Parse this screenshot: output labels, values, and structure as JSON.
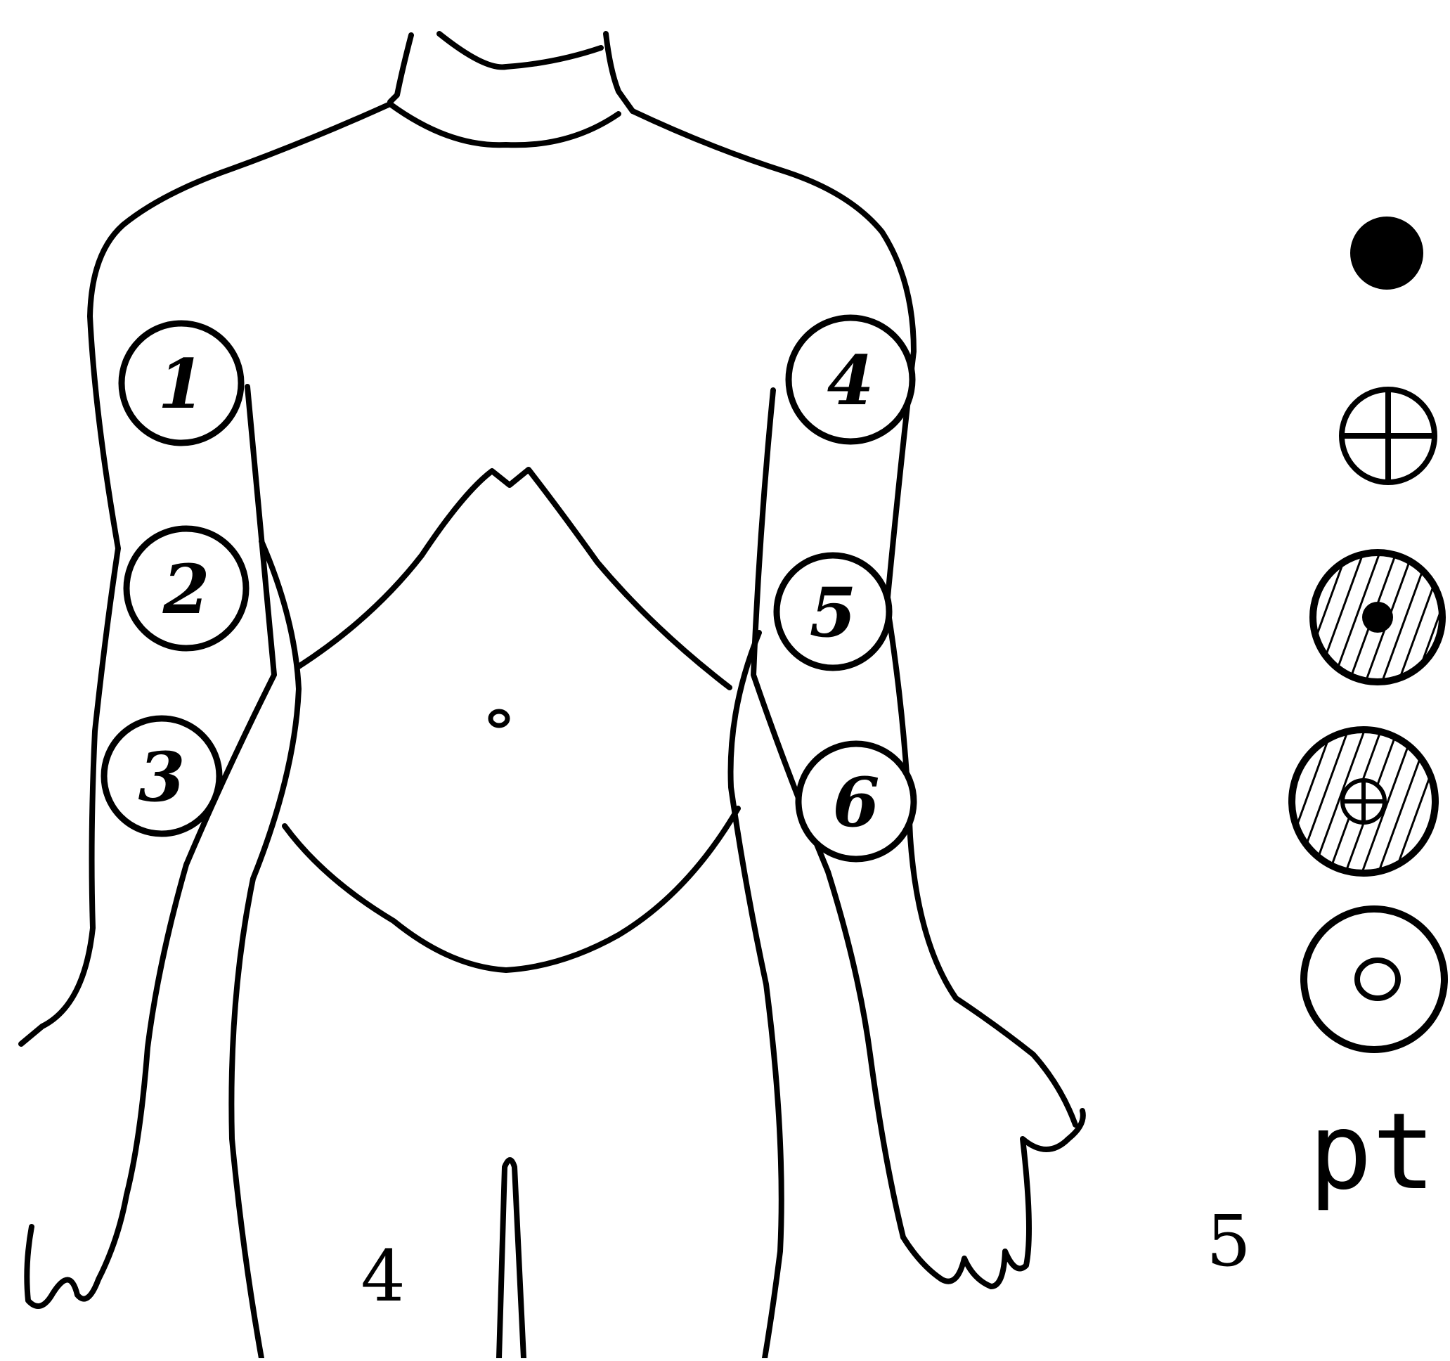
{
  "diagram": {
    "injection_sites": [
      {
        "number": "1"
      },
      {
        "number": "2"
      },
      {
        "number": "3"
      },
      {
        "number": "4"
      },
      {
        "number": "5"
      },
      {
        "number": "6"
      }
    ],
    "figure_labels": {
      "left": "4",
      "right": "5"
    },
    "legend": {
      "symbols": [
        {
          "icon": "solid-dot-icon"
        },
        {
          "icon": "crossed-circle-icon"
        },
        {
          "icon": "hatched-circle-with-dot-icon"
        },
        {
          "icon": "hatched-circle-with-cross-icon"
        },
        {
          "icon": "ring-with-small-circle-icon"
        }
      ],
      "label": "pt"
    }
  }
}
